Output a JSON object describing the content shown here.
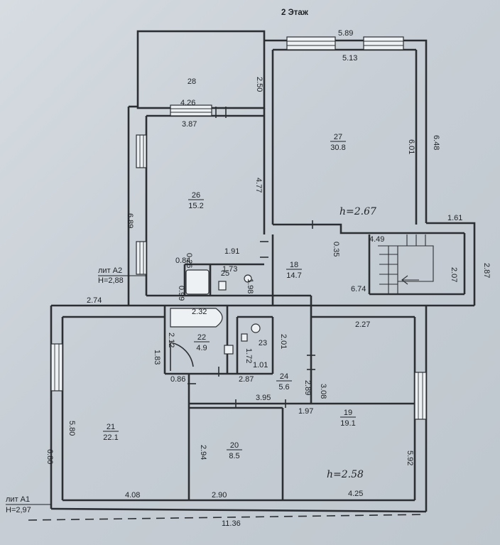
{
  "title": "2 Этаж",
  "blocks": [
    {
      "id": "a2",
      "name": "лит А2",
      "height": "Н=2,88"
    },
    {
      "id": "a1",
      "name": "лит А1",
      "height": "Н=2,97"
    }
  ],
  "handwritten": [
    {
      "id": "h1",
      "text": "h=2.67"
    },
    {
      "id": "h2",
      "text": "h=2.58"
    }
  ],
  "rooms": [
    {
      "id": "28",
      "number": "28",
      "area": ""
    },
    {
      "id": "27",
      "number": "27",
      "area": "30.8"
    },
    {
      "id": "26",
      "number": "26",
      "area": "15.2"
    },
    {
      "id": "25",
      "number": "25",
      "area": ""
    },
    {
      "id": "18",
      "number": "18",
      "area": "14.7"
    },
    {
      "id": "22",
      "number": "22",
      "area": "4.9"
    },
    {
      "id": "23",
      "number": "23",
      "area": ""
    },
    {
      "id": "24",
      "number": "24",
      "area": "5.6"
    },
    {
      "id": "21",
      "number": "21",
      "area": "22.1"
    },
    {
      "id": "20",
      "number": "20",
      "area": "8.5"
    },
    {
      "id": "19",
      "number": "19",
      "area": "19.1"
    }
  ],
  "dimensions": [
    "5.89",
    "5.13",
    "2.50",
    "4.26",
    "3.87",
    "6.01",
    "6.48",
    "4.77",
    "6.89",
    "1.61",
    "0.35",
    "4.49",
    "2.07",
    "2.87",
    "0.26",
    "1.91",
    "0.84",
    "1.73",
    "0.99",
    "1.98",
    "6.74",
    "2.74",
    "2.32",
    "2.12",
    "2.01",
    "2.27",
    "1.83",
    "1.72",
    "1.01",
    "2.89",
    "3.08",
    "0.86",
    "2.87",
    "3.95",
    "1.97",
    "5.80",
    "5.92",
    "6.80",
    "2.94",
    "4.08",
    "2.90",
    "4.25",
    "11.36"
  ]
}
